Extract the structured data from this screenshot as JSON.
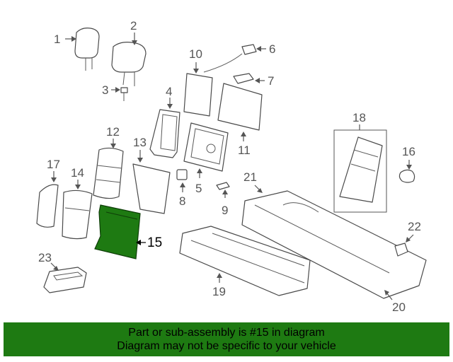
{
  "diagram": {
    "highlight_color": "#1e7a12",
    "callouts": {
      "c1": "1",
      "c2": "2",
      "c3": "3",
      "c4": "4",
      "c5": "5",
      "c6": "6",
      "c7": "7",
      "c8": "8",
      "c9": "9",
      "c10": "10",
      "c11": "11",
      "c12": "12",
      "c13": "13",
      "c14": "14",
      "c15": "15",
      "c16": "16",
      "c17": "17",
      "c18": "18",
      "c19": "19",
      "c20": "20",
      "c21": "21",
      "c22": "22",
      "c23": "23"
    },
    "highlighted_part": "15"
  },
  "banner": {
    "line1": "Part or sub-assembly is #15 in diagram",
    "line2": "Diagram may not be specific to your vehicle",
    "background": "#1e7a12"
  }
}
